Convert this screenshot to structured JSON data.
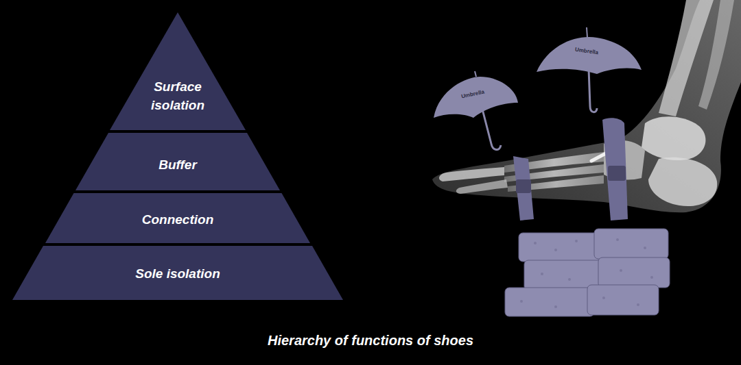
{
  "diagram": {
    "caption": "Hierarchy of functions of shoes",
    "nodes": [
      {
        "text": [
          "Surface isolation"
        ]
      },
      {
        "text": [
          "Buffer"
        ]
      },
      {
        "text": [
          "Connection"
        ]
      },
      {
        "text": [
          "Sole isolation"
        ]
      }
    ],
    "labels": [
      "Umbrella",
      "Umbrella"
    ]
  }
}
